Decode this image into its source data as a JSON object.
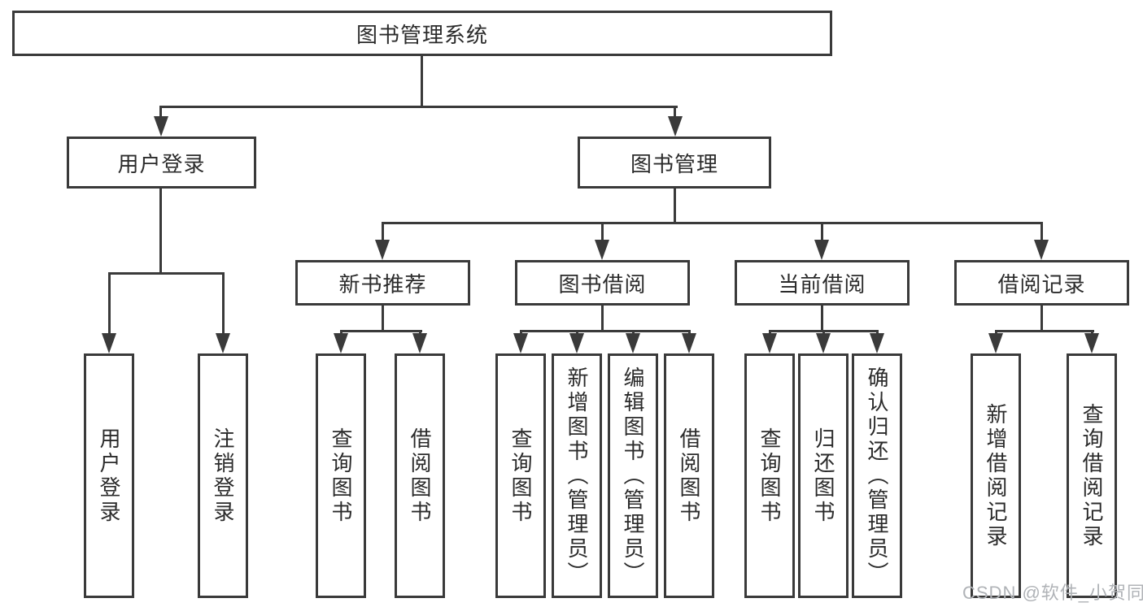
{
  "diagram": {
    "root": {
      "label": "图书管理系统"
    },
    "branches": [
      {
        "label": "用户登录",
        "children": [
          {
            "label": "用户登录"
          },
          {
            "label": "注销登录"
          }
        ]
      },
      {
        "label": "图书管理",
        "children": [
          {
            "label": "新书推荐",
            "children": [
              {
                "label": "查询图书"
              },
              {
                "label": "借阅图书"
              }
            ]
          },
          {
            "label": "图书借阅",
            "children": [
              {
                "label": "查询图书"
              },
              {
                "label": "新增图书（管理员）"
              },
              {
                "label": "编辑图书（管理员）"
              },
              {
                "label": "借阅图书"
              }
            ]
          },
          {
            "label": "当前借阅",
            "children": [
              {
                "label": "查询图书"
              },
              {
                "label": "归还图书"
              },
              {
                "label": "确认归还（管理员）"
              }
            ]
          },
          {
            "label": "借阅记录",
            "children": [
              {
                "label": "新增借阅记录"
              },
              {
                "label": "查询借阅记录"
              }
            ]
          }
        ]
      }
    ],
    "watermark": "CSDN @软件_小贺同学",
    "colors": {
      "background": "#ffffff",
      "line": "#3a3a3a",
      "text": "#2b2b2b",
      "watermark": "#b0b3b7"
    }
  }
}
